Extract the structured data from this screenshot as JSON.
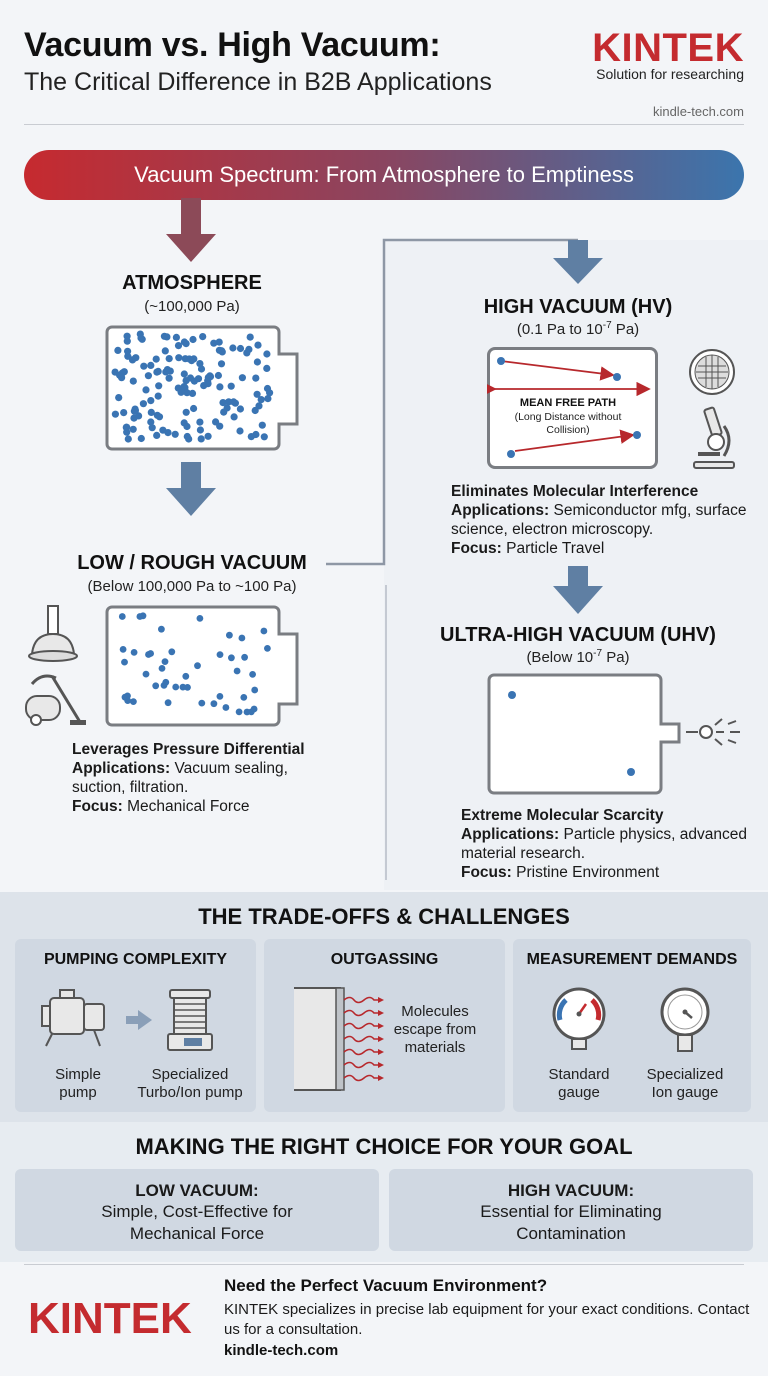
{
  "header": {
    "title_line1": "Vacuum vs. High Vacuum:",
    "title_line2": "The Critical Difference in B2B Applications",
    "brand": "KINTEK",
    "brand_tagline": "Solution for researching",
    "site": "kindle-tech.com"
  },
  "banner": {
    "text": "Vacuum Spectrum: From Atmosphere to Emptiness"
  },
  "atmosphere": {
    "title": "ATMOSPHERE",
    "pressure": "(~100,000 Pa)"
  },
  "low_vacuum": {
    "title": "LOW / ROUGH VACUUM",
    "pressure": "(Below 100,000 Pa to ~100 Pa)",
    "headline": "Leverages Pressure Differential",
    "applications_label": "Applications:",
    "applications": "Vacuum sealing, suction, filtration.",
    "focus_label": "Focus:",
    "focus": "Mechanical Force"
  },
  "high_vacuum": {
    "title": "HIGH VACUUM (HV)",
    "pressure_prefix": "(0.1 Pa to 10",
    "pressure_exp": "-7",
    "pressure_suffix": " Pa)",
    "mfp_label": "MEAN FREE PATH",
    "mfp_note": "(Long Distance without Collision)",
    "headline": "Eliminates Molecular Interference",
    "applications_label": "Applications:",
    "applications": "Semiconductor mfg, surface science, electron microscopy.",
    "focus_label": "Focus:",
    "focus": "Particle Travel"
  },
  "ultra_high_vacuum": {
    "title": "ULTRA-HIGH VACUUM (UHV)",
    "pressure_prefix": "(Below 10",
    "pressure_exp": "-7",
    "pressure_suffix": " Pa)",
    "headline": "Extreme Molecular Scarcity",
    "applications_label": "Applications:",
    "applications": "Particle physics, advanced material research.",
    "focus_label": "Focus:",
    "focus": "Pristine Environment"
  },
  "tradeoffs": {
    "title": "THE TRADE-OFFS & CHALLENGES",
    "pumping": {
      "title": "PUMPING COMPLEXITY",
      "left_label": "Simple pump",
      "right_label": "Specialized Turbo/Ion pump"
    },
    "outgassing": {
      "title": "OUTGASSING",
      "label": "Molecules escape from materials"
    },
    "measurement": {
      "title": "MEASUREMENT DEMANDS",
      "left_label": "Standard gauge",
      "right_label": "Specialized Ion gauge"
    }
  },
  "choice": {
    "title": "MAKING THE RIGHT CHOICE FOR YOUR GOAL",
    "low": {
      "title": "LOW VACUUM:",
      "text": "Simple, Cost-Effective for Mechanical Force"
    },
    "high": {
      "title": "HIGH VACUUM:",
      "text": "Essential for Eliminating Contamination"
    }
  },
  "footer": {
    "brand": "KINTEK",
    "cta_title": "Need the Perfect Vacuum Environment?",
    "cta_text": "KINTEK specializes in precise lab equipment for your exact conditions. Contact us for a consultation.",
    "site": "kindle-tech.com"
  },
  "colors": {
    "brand_red": "#c42b2f",
    "brand_blue": "#3b75ad",
    "molecule_blue": "#3a74b3",
    "arrow_gray": "#5f7fa3"
  }
}
